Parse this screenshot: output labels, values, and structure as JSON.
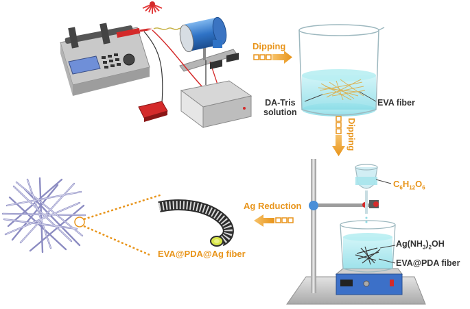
{
  "labels": {
    "dipping_1": "Dipping",
    "dipping_2": "Dipping",
    "da_tris_line1": "DA-Tris",
    "da_tris_line2": "solution",
    "eva_fiber": "EVA fiber",
    "glucose": "C6H12O6",
    "ag_reduction": "Ag Reduction",
    "silver_ammonia": "Ag(NH3)2OH",
    "eva_pda_fiber": "EVA@PDA fiber",
    "eva_pda_ag_fiber": "EVA@PDA@Ag fiber"
  },
  "colors": {
    "accent_orange": "#e8941a",
    "label_dark": "#333333",
    "solution_cyan": "#9fe6ee",
    "fiber_gold": "#d9b45a",
    "collector_blue": "#4a8fd8",
    "syringe_red": "#d42a2a",
    "coated_fiber_lime": "#d8e54a"
  }
}
